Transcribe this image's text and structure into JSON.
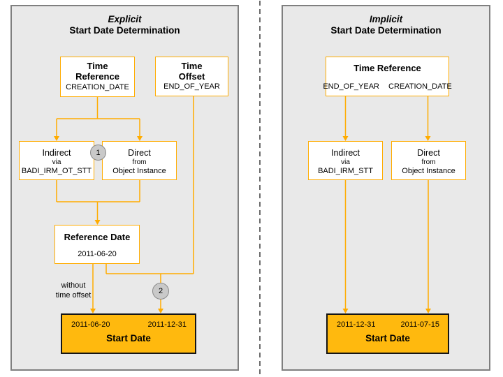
{
  "colors": {
    "accent_orange": "#FFAC00",
    "start_date_fill": "#FFB90E",
    "panel_background": "#E9E9E9",
    "panel_border": "#7F7F7F",
    "marker_fill": "#C9C9C9",
    "divider_gray": "#6B6B6B"
  },
  "left": {
    "title_line1": "Explicit",
    "title_line2": "Start Date Determination",
    "time_reference": {
      "line1": "Time",
      "line2": "Reference",
      "value": "CREATION_DATE"
    },
    "time_offset": {
      "line1": "Time",
      "line2": "Offset",
      "value": "END_OF_YEAR"
    },
    "indirect": {
      "title": "Indirect",
      "via": "via",
      "value": "BADI_IRM_OT_STT"
    },
    "direct": {
      "title": "Direct",
      "via": "from",
      "value": "Object Instance"
    },
    "reference_date": {
      "title": "Reference Date",
      "value": "2011-06-20"
    },
    "marker1": "1",
    "marker2": "2",
    "without_label_line1": "without",
    "without_label_line2": "time offset",
    "start_date": {
      "left_value": "2011-06-20",
      "right_value": "2011-12-31",
      "title": "Start Date"
    }
  },
  "right": {
    "title_line1": "Implicit",
    "title_line2": "Start Date Determination",
    "time_reference": {
      "title": "Time Reference",
      "left_value": "END_OF_YEAR",
      "right_value": "CREATION_DATE"
    },
    "indirect": {
      "title": "Indirect",
      "via": "via",
      "value": "BADI_IRM_STT"
    },
    "direct": {
      "title": "Direct",
      "via": "from",
      "value": "Object Instance"
    },
    "start_date": {
      "left_value": "2011-12-31",
      "right_value": "2011-07-15",
      "title": "Start Date"
    }
  }
}
